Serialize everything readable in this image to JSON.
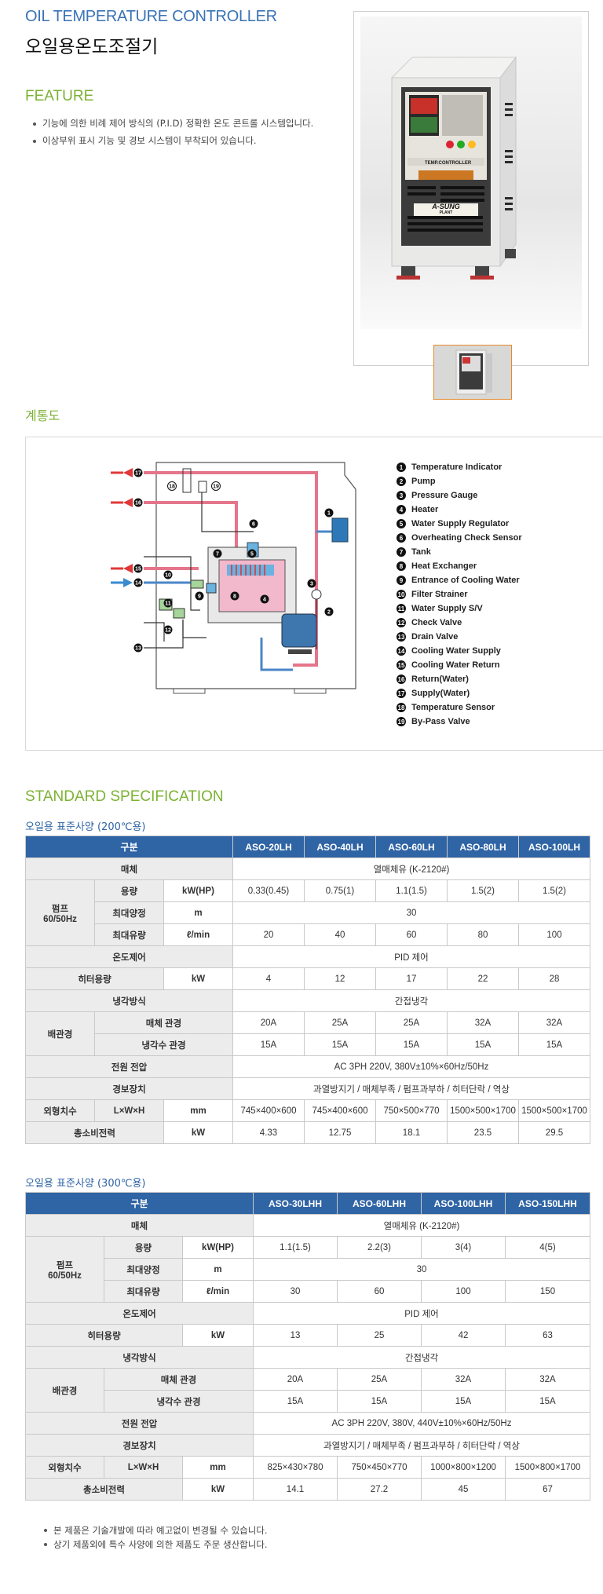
{
  "header": {
    "title_en": "OIL TEMPERATURE CONTROLLER",
    "title_ko": "오일용온도조절기"
  },
  "feature": {
    "heading": "FEATURE",
    "items": [
      "기능에 의한 비례 제어 방식의 (P.I.D) 정확한 온도 콘트롤 시스템입니다.",
      "이상부위 표시 기능 및 경보 시스템이 부착되어 있습니다."
    ]
  },
  "product": {
    "panel_label": "TEMP.CONTROLLER",
    "brand": "A-SUNG",
    "brand_sub": "PLANT"
  },
  "diagram": {
    "heading": "계통도",
    "legend": [
      {
        "n": "1",
        "label": "Temperature Indicator"
      },
      {
        "n": "2",
        "label": "Pump"
      },
      {
        "n": "3",
        "label": "Pressure Gauge"
      },
      {
        "n": "4",
        "label": "Heater"
      },
      {
        "n": "5",
        "label": "Water Supply Regulator"
      },
      {
        "n": "6",
        "label": "Overheating Check Sensor"
      },
      {
        "n": "7",
        "label": "Tank"
      },
      {
        "n": "8",
        "label": "Heat Exchanger"
      },
      {
        "n": "9",
        "label": "Entrance of Cooling Water"
      },
      {
        "n": "10",
        "label": "Filter Strainer"
      },
      {
        "n": "11",
        "label": "Water Supply S/V"
      },
      {
        "n": "12",
        "label": "Check Valve"
      },
      {
        "n": "13",
        "label": "Drain Valve"
      },
      {
        "n": "14",
        "label": "Cooling Water Supply"
      },
      {
        "n": "15",
        "label": "Cooling Water Return"
      },
      {
        "n": "16",
        "label": "Return(Water)"
      },
      {
        "n": "17",
        "label": "Supply(Water)"
      },
      {
        "n": "18",
        "label": "Temperature Sensor"
      },
      {
        "n": "19",
        "label": "By-Pass Valve"
      }
    ],
    "markers": [
      "17",
      "16",
      "15",
      "14",
      "13",
      "18",
      "19",
      "6",
      "1",
      "7",
      "5",
      "8",
      "4",
      "3",
      "2",
      "10",
      "9",
      "11",
      "12"
    ]
  },
  "spec": {
    "heading": "STANDARD SPECIFICATION",
    "table200": {
      "caption": "오일용 표준사양 (200℃용)",
      "head": "구분",
      "models": [
        "ASO-20LH",
        "ASO-40LH",
        "ASO-60LH",
        "ASO-80LH",
        "ASO-100LH"
      ],
      "medium": {
        "label": "매체",
        "value": "열매체유 (K-2120#)"
      },
      "pump": {
        "label": "펌프",
        "sub": "60/50Hz",
        "capacity": {
          "label": "용량",
          "unit": "kW(HP)",
          "values": [
            "0.33(0.45)",
            "0.75(1)",
            "1.1(1.5)",
            "1.5(2)",
            "1.5(2)"
          ]
        },
        "head": {
          "label": "최대양정",
          "unit": "m",
          "value": "30"
        },
        "flow": {
          "label": "최대유량",
          "unit": "ℓ/min",
          "values": [
            "20",
            "40",
            "60",
            "80",
            "100"
          ]
        }
      },
      "temp_ctrl": {
        "label": "온도제어",
        "value": "PID 제어"
      },
      "heater": {
        "label": "히터용량",
        "unit": "kW",
        "values": [
          "4",
          "12",
          "17",
          "22",
          "28"
        ]
      },
      "cooling": {
        "label": "냉각방식",
        "value": "간접냉각"
      },
      "piping": {
        "label": "배관경",
        "medium_label": "매체 관경",
        "medium_values": [
          "20A",
          "25A",
          "25A",
          "32A",
          "32A"
        ],
        "cooling_label": "냉각수 관경",
        "cooling_values": [
          "15A",
          "15A",
          "15A",
          "15A",
          "15A"
        ]
      },
      "power": {
        "label": "전원 전압",
        "value": "AC 3PH 220V, 380V±10%×60Hz/50Hz"
      },
      "alarm": {
        "label": "경보장치",
        "value": "과열방지기 / 매체부족 / 펌프과부하 / 히터단락 / 역상"
      },
      "dim": {
        "label": "외형치수",
        "sub": "L×W×H",
        "unit": "mm",
        "values": [
          "745×400×600",
          "745×400×600",
          "750×500×770",
          "1500×500×1700",
          "1500×500×1700"
        ]
      },
      "consumption": {
        "label": "총소비전력",
        "unit": "kW",
        "values": [
          "4.33",
          "12.75",
          "18.1",
          "23.5",
          "29.5"
        ]
      }
    },
    "table300": {
      "caption": "오일용 표준사양 (300℃용)",
      "head": "구분",
      "models": [
        "ASO-30LHH",
        "ASO-60LHH",
        "ASO-100LHH",
        "ASO-150LHH"
      ],
      "medium": {
        "label": "매체",
        "value": "열매체유 (K-2120#)"
      },
      "pump": {
        "label": "펌프",
        "sub": "60/50Hz",
        "capacity": {
          "label": "용량",
          "unit": "kW(HP)",
          "values": [
            "1.1(1.5)",
            "2.2(3)",
            "3(4)",
            "4(5)"
          ]
        },
        "head": {
          "label": "최대양정",
          "unit": "m",
          "value": "30"
        },
        "flow": {
          "label": "최대유량",
          "unit": "ℓ/min",
          "values": [
            "30",
            "60",
            "100",
            "150"
          ]
        }
      },
      "temp_ctrl": {
        "label": "온도제어",
        "value": "PID 제어"
      },
      "heater": {
        "label": "히터용량",
        "unit": "kW",
        "values": [
          "13",
          "25",
          "42",
          "63"
        ]
      },
      "cooling": {
        "label": "냉각방식",
        "value": "간접냉각"
      },
      "piping": {
        "label": "배관경",
        "medium_label": "매체 관경",
        "medium_values": [
          "20A",
          "25A",
          "32A",
          "32A"
        ],
        "cooling_label": "냉각수 관경",
        "cooling_values": [
          "15A",
          "15A",
          "15A",
          "15A"
        ]
      },
      "power": {
        "label": "전원 전압",
        "value": "AC 3PH 220V, 380V, 440V±10%×60Hz/50Hz"
      },
      "alarm": {
        "label": "경보장치",
        "value": "과열방지기 / 매체부족 / 펌프과부하 / 히터단락 / 역상"
      },
      "dim": {
        "label": "외형치수",
        "sub": "L×W×H",
        "unit": "mm",
        "values": [
          "825×430×780",
          "750×450×770",
          "1000×800×1200",
          "1500×800×1700"
        ]
      },
      "consumption": {
        "label": "총소비전력",
        "unit": "kW",
        "values": [
          "14.1",
          "27.2",
          "45",
          "67"
        ]
      }
    }
  },
  "notes": [
    "본 제품은 기술개발에 따라 예고없이 변경될 수 있습니다.",
    "상기 제품외에 특수 사양에 의한 제품도 주문 생산합니다."
  ]
}
